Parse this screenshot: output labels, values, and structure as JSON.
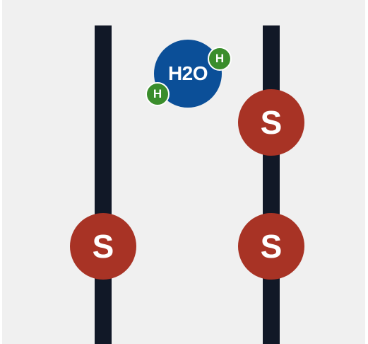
{
  "beads": {
    "left_bottom": "S",
    "right_top": "S",
    "right_bottom": "S"
  },
  "molecule": {
    "label": "H2O",
    "hydrogen_top": "H",
    "hydrogen_bottom": "H"
  },
  "colors": {
    "background": "#f0f0f0",
    "rod": "#111827",
    "sulfur_bead": "#a83325",
    "oxygen_atom": "#0b4f98",
    "hydrogen_atom": "#3a8d2c"
  }
}
